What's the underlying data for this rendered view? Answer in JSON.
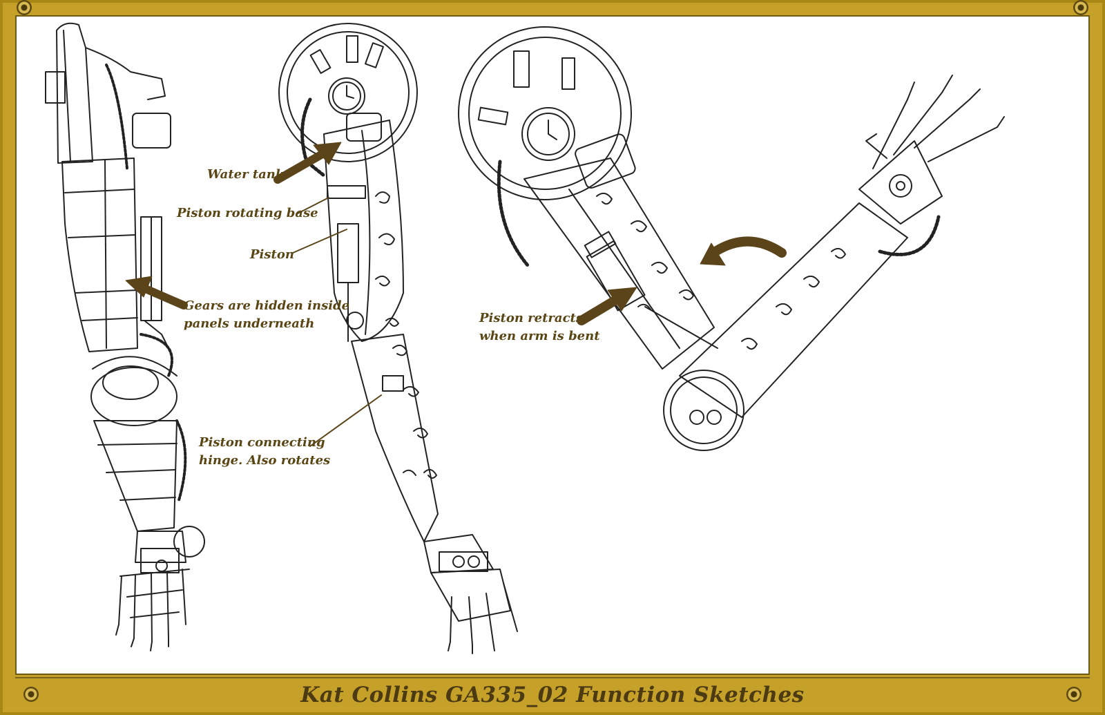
{
  "footer": {
    "title": "Kat Collins GA335_02 Function Sketches"
  },
  "annotations": {
    "water_tank": "Water tank",
    "piston_rotating_base": "Piston rotating base",
    "piston": "Piston",
    "gears_line1": "Gears are hidden inside",
    "gears_line2": "panels underneath",
    "hinge_line1": "Piston connecting",
    "hinge_line2": "hinge. Also rotates",
    "retract_line1": "Piston retracts",
    "retract_line2": "when arm is bent"
  },
  "colors": {
    "frame_gold": "#c6a12a",
    "frame_border": "#a88715",
    "label_brown": "#5a4615",
    "arrow_brown": "#5b4419",
    "ink": "#222222",
    "canvas": "#ffffff"
  },
  "icons": [
    "rivet-icon",
    "arrow-icon",
    "clock-gauge-icon",
    "gear-icon"
  ]
}
